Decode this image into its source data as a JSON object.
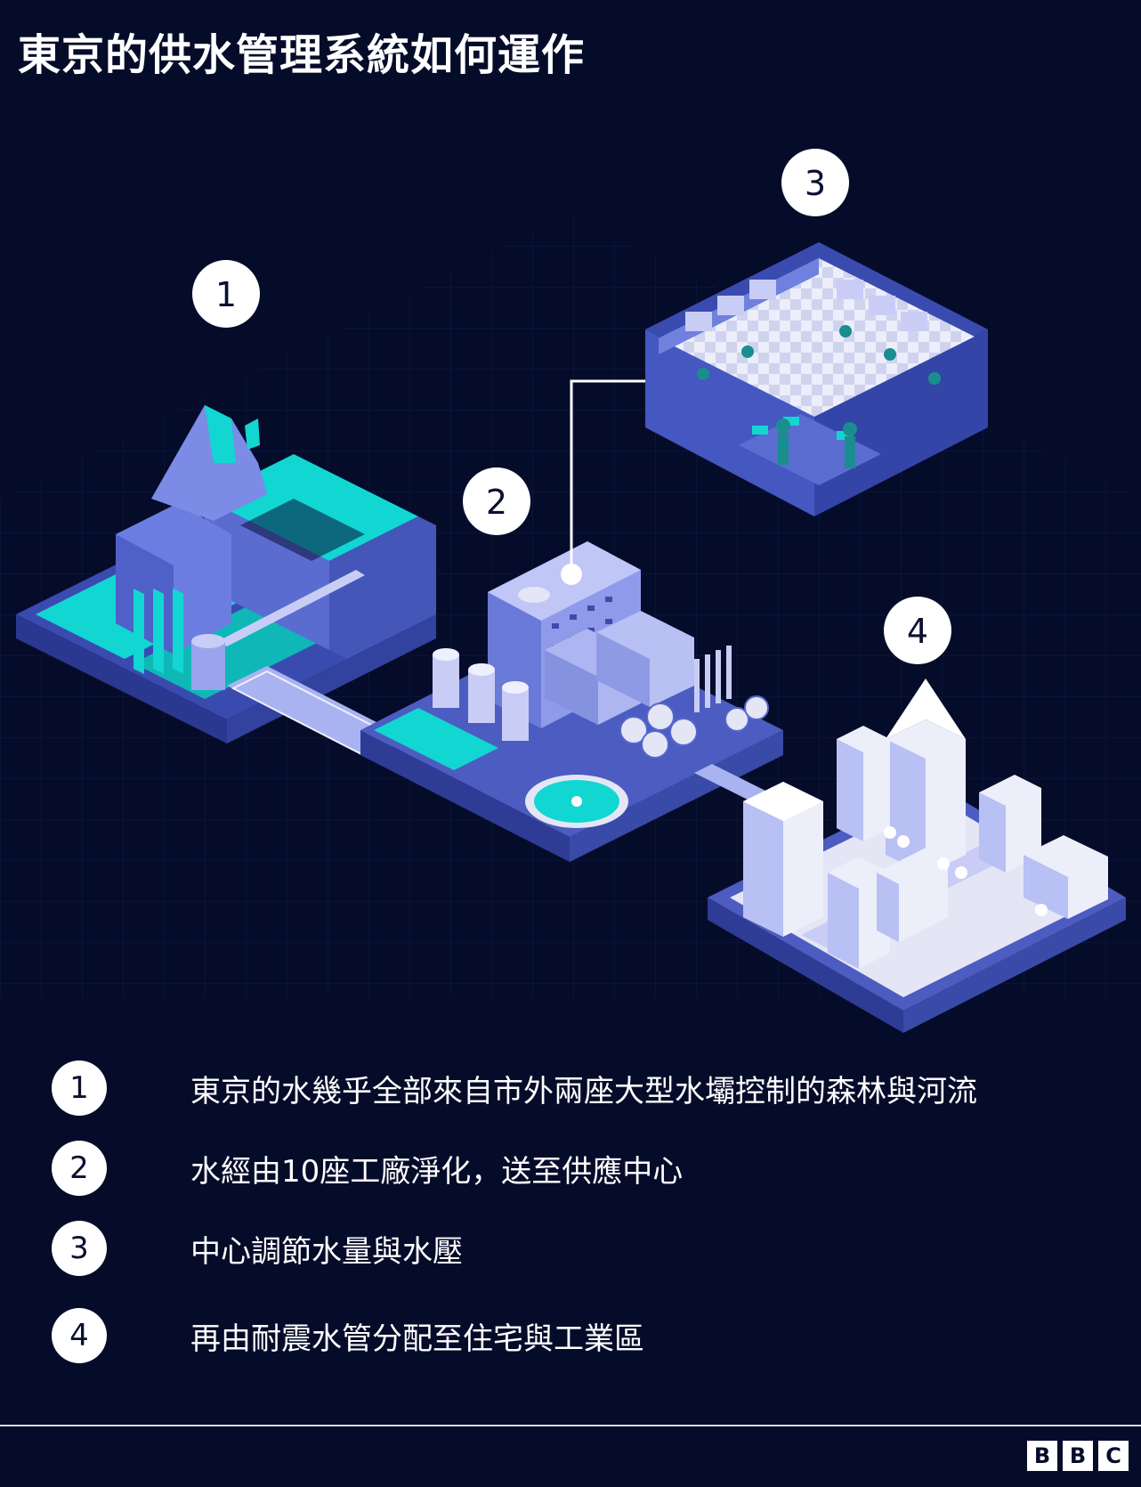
{
  "title": "東京的供水管理系統如何運作",
  "markers": [
    {
      "label": "1"
    },
    {
      "label": "2"
    },
    {
      "label": "3"
    },
    {
      "label": "4"
    }
  ],
  "legend": [
    {
      "number": "1",
      "text": "東京的水幾乎全部來自市外兩座大型水壩控制的森林與河流"
    },
    {
      "number": "2",
      "text": "水經由10座工廠淨化，送至供應中心"
    },
    {
      "number": "3",
      "text": "中心調節水量與水壓"
    },
    {
      "number": "4",
      "text": "再由耐震水管分配至住宅與工業區"
    }
  ],
  "logo": {
    "letters": [
      "B",
      "B",
      "C"
    ]
  },
  "colors": {
    "background": "#050c2a",
    "water": "#12d6d2",
    "structure": "#5566cc",
    "structure_light": "#c9cdf6",
    "floor": "#e4e6f6",
    "worker": "#1a8e8e",
    "marker": "#ffffff"
  }
}
